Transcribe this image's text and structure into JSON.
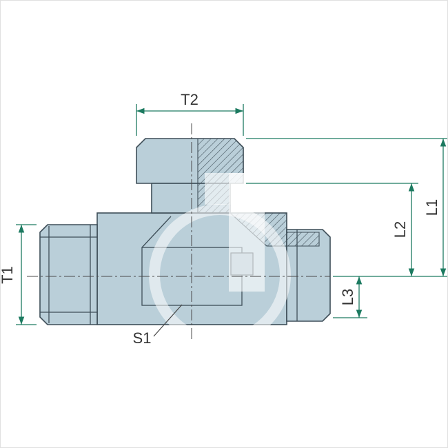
{
  "diagram": {
    "type": "technical-drawing",
    "subject": "tee-fitting-cross-section",
    "labels": {
      "t1": "T1",
      "t2": "T2",
      "l1": "L1",
      "l2": "L2",
      "l3": "L3",
      "s1": "S1"
    },
    "colors": {
      "fitting_fill": "#bacfd9",
      "fitting_fill_dark": "#a7bfcb",
      "outline": "#3e4e58",
      "dimension_line": "#1c7a60",
      "label_text": "#333333",
      "centerline": "#4a4a4a",
      "background": "#ffffff"
    }
  }
}
